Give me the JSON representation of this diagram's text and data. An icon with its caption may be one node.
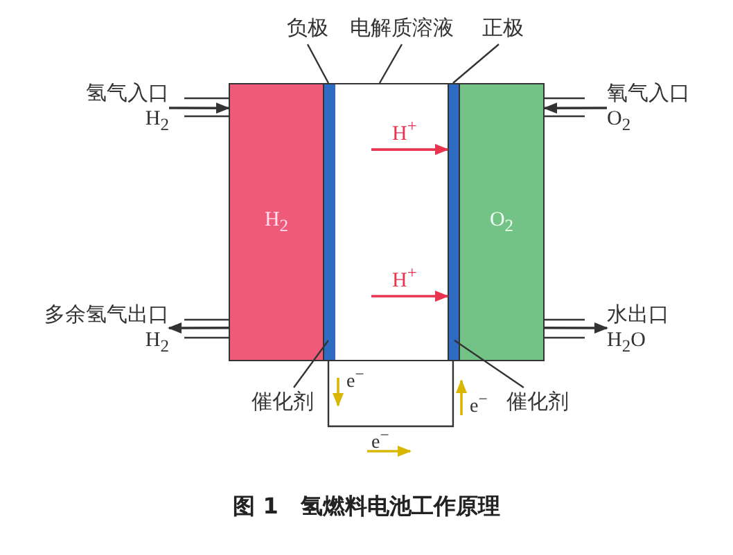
{
  "diagram": {
    "caption": "图 1　氢燃料电池工作原理",
    "nodes": [
      {
        "text": [
          "负极"
        ]
      },
      {
        "text": [
          "电解质溶液"
        ]
      },
      {
        "text": [
          "正极"
        ]
      },
      {
        "text": [
          "氢气入口",
          "H$_{2}$"
        ]
      },
      {
        "text": [
          "氧气入口",
          "O$_{2}$"
        ]
      },
      {
        "text": [
          "H$_{2}$"
        ]
      },
      {
        "text": [],
        "shape": "bar"
      },
      {
        "text": [],
        "shape": "box"
      },
      {
        "text": [],
        "shape": "bar"
      },
      {
        "text": [
          "O$_{2}$"
        ]
      },
      {
        "text": [
          "多余氢气出口",
          "H$_{2}$"
        ]
      },
      {
        "text": [
          "水出口",
          "H$_{2}$O"
        ]
      },
      {
        "text": [
          "催化剂"
        ]
      },
      {
        "text": [
          "催化剂"
        ]
      }
    ],
    "edges": [
      {
        "from": 0,
        "to": 6,
        "arrow": "none"
      },
      {
        "from": 1,
        "to": 7,
        "arrow": "none"
      },
      {
        "from": 2,
        "to": 8,
        "arrow": "none"
      },
      {
        "from": 3,
        "to": 5,
        "arrow": "to"
      },
      {
        "from": 4,
        "to": 9,
        "arrow": "to"
      },
      {
        "from": 5,
        "to": 10,
        "arrow": "to"
      },
      {
        "from": 9,
        "to": 11,
        "arrow": "to"
      },
      {
        "from": 12,
        "to": 6,
        "arrow": "none"
      },
      {
        "from": 13,
        "to": 8,
        "arrow": "none"
      },
      {
        "from": 6,
        "to": 8,
        "arrow": "none"
      },
      {
        "from": 7,
        "to": 8,
        "arrow": "to",
        "label": "H$^{+}$",
        "color": "#e8344f"
      },
      {
        "from": 7,
        "to": 8,
        "arrow": "to",
        "label": "H$^{+}$",
        "color": "#e8344f"
      }
    ],
    "labels": [
      "e$^{−}$",
      "e$^{−}$",
      "e$^{−}$"
    ]
  }
}
